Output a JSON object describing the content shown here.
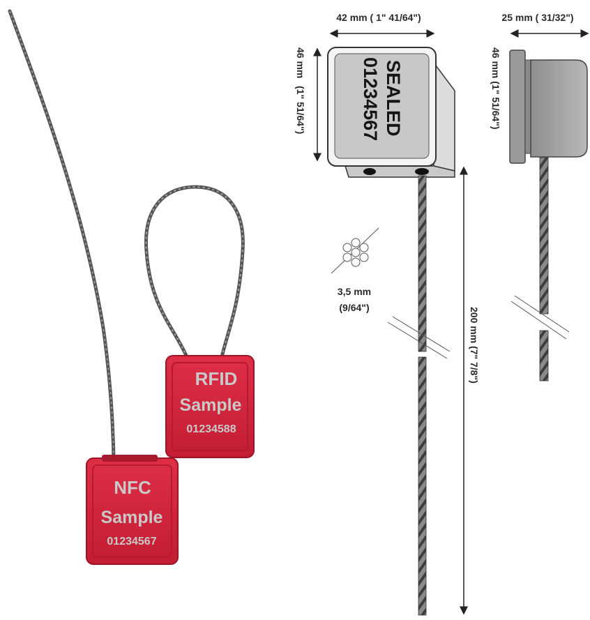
{
  "nfc_seal": {
    "line1": "NFC",
    "line2": "Sample",
    "serial": "01234567",
    "body_color": "#d0243c"
  },
  "rfid_seal": {
    "line1": "RFID",
    "line2": "Sample",
    "serial": "01234588",
    "body_color": "#d0243c"
  },
  "front_view": {
    "label_line1": "SEALED",
    "label_line2": "01234567",
    "width_label": "42 mm ( 1\" 41/64\")",
    "height_label_a": "46 mm",
    "height_label_b": "(1\" 51/64\")"
  },
  "side_view": {
    "width_label": "25 mm ( 31/32\")",
    "height_label": "46 mm (1\" 51/64\")"
  },
  "cable": {
    "diameter_label_a": "3,5 mm",
    "diameter_label_b": "(9/64\")",
    "length_label": "200 mm (7\" 7/8\")",
    "cable_color": "#6f6f6f"
  }
}
